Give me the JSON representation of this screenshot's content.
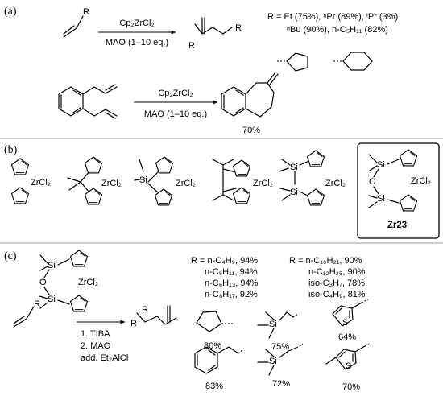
{
  "panel_a": {
    "label": "(a)",
    "reaction1": {
      "reactant_substituent": "R",
      "product_r1": "R",
      "product_r2": "R",
      "catalyst": "Cp₂ZrCl₂",
      "cocatalyst": "MAO (1–10 eq.)",
      "yields_line1": "R = Et (75%), ⁿPr (89%), ⁱPr (3%)",
      "yields_line2": "ⁿBu (90%), n-C₅H₁₁ (82%)"
    },
    "reaction2": {
      "catalyst": "Cp₂ZrCl₂",
      "cocatalyst": "MAO (1–10 eq.)",
      "yield": "70%"
    }
  },
  "panel_b": {
    "label": "(b)",
    "complexes": [
      {
        "metal_fragment": "ZrCl₂"
      },
      {
        "metal_fragment": "ZrCl₂"
      },
      {
        "metal_fragment": "ZrCl₂",
        "bridge": "Si"
      },
      {
        "metal_fragment": "ZrCl₂"
      },
      {
        "metal_fragment": "ZrCl₂",
        "bridge_atoms": [
          "Si",
          "Si"
        ]
      },
      {
        "metal_fragment": "ZrCl₂",
        "bridge_atoms": [
          "Si",
          "O",
          "Si"
        ],
        "name": "Zr23"
      }
    ]
  },
  "panel_c": {
    "label": "(c)",
    "catalyst_atoms": {
      "si1": "Si",
      "o": "O",
      "si2": "Si",
      "metal": "ZrCl₂"
    },
    "reactant_substituent": "R",
    "product_substituent": "R",
    "conditions": [
      "1. TIBA",
      "2. MAO",
      "add. Et₂AlCl"
    ],
    "substrates_col1": [
      "R = n-C₄H₉, 94%",
      "n-C₅H₁₁, 94%",
      "n-C₆H₁₃, 94%",
      "n-C₈H₁₇, 92%"
    ],
    "substrates_col2": [
      "R = n-C₁₀H₂₁, 90%",
      "n-C₁₂H₂₅, 90%",
      "iso-C₃H₇, 78%",
      "iso-C₄H₉, 81%"
    ],
    "examples": [
      {
        "yield": "80%"
      },
      {
        "atom": "Si",
        "yield": "75%"
      },
      {
        "atom": "S",
        "yield": "64%"
      },
      {
        "yield": "83%"
      },
      {
        "atom": "Si",
        "yield": "72%"
      },
      {
        "atom": "S",
        "yield": "70%"
      }
    ]
  }
}
